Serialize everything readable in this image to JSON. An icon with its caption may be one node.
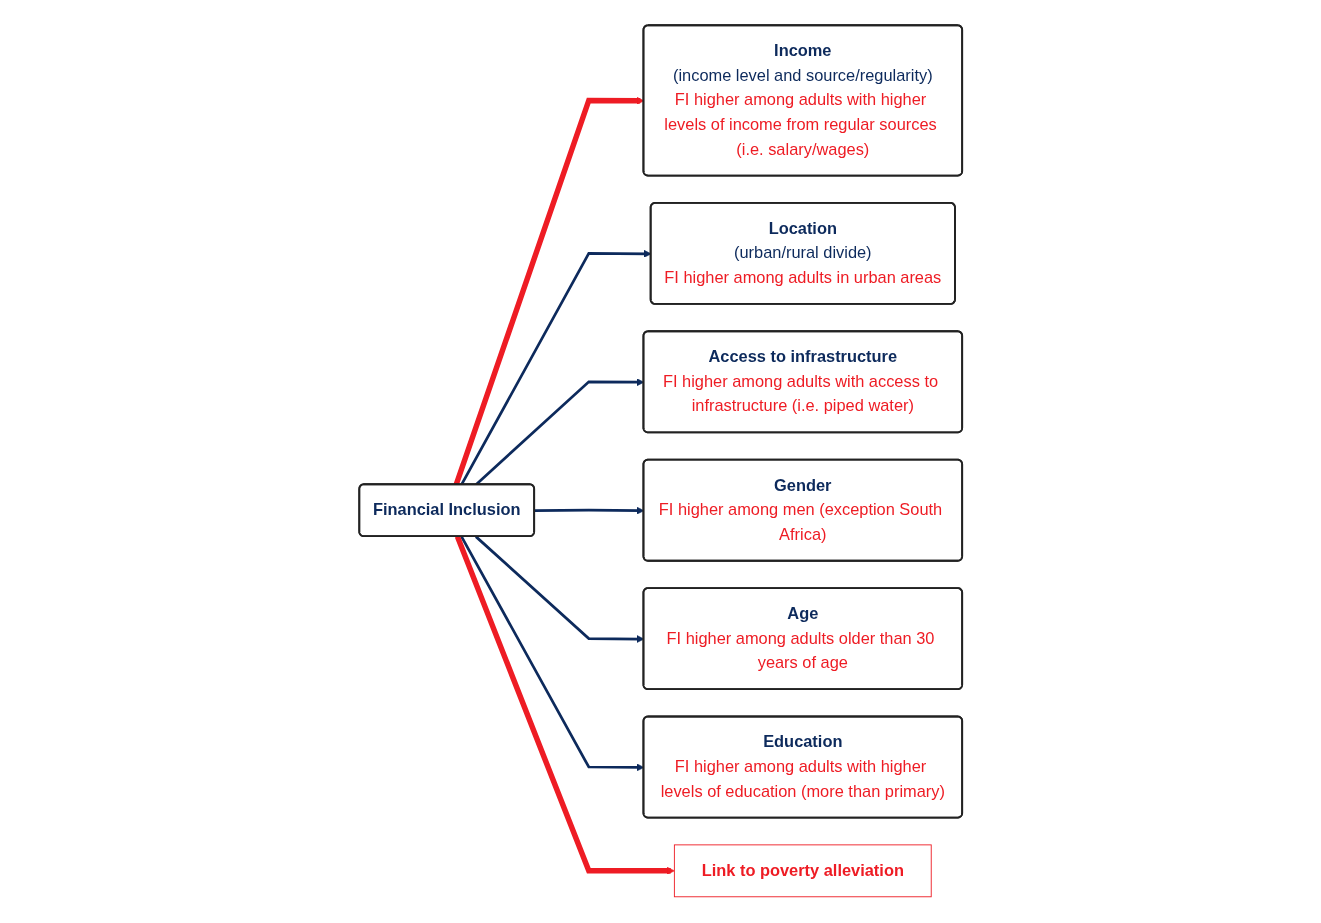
{
  "diagram": {
    "nodes": [
      {
        "text": [
          "Income",
          "(income level and source/regularity)",
          "FI higher among adults with higher levels of income from regular sources (i.e. salary/wages)"
        ]
      },
      {
        "text": [
          "Gender",
          "FI higher among men (exception South Africa)"
        ]
      },
      {
        "text": [
          "Location",
          "(urban/rural divide)",
          "FI higher among adults in urban areas"
        ]
      },
      {
        "text": [
          "Financial Inclusion"
        ]
      },
      {
        "text": [
          "Age",
          "FI higher among adults older than 30 years of age"
        ]
      },
      {
        "text": [
          "Access to infrastructure",
          "FI higher among adults with access to infrastructure (i.e. piped water)"
        ]
      },
      {
        "text": [
          "Link to poverty alleviation"
        ]
      },
      {
        "text": [
          "Education",
          "FI higher among adults with higher levels of education (more than primary)"
        ]
      }
    ],
    "edges": [
      {
        "from": 3,
        "to": 0,
        "arrow": "to",
        "style": "thick",
        "color": "#ee1c24"
      },
      {
        "from": 3,
        "to": 2,
        "arrow": "to"
      },
      {
        "from": 3,
        "to": 5,
        "arrow": "to"
      },
      {
        "from": 3,
        "to": 1,
        "arrow": "to"
      },
      {
        "from": 3,
        "to": 4,
        "arrow": "to"
      },
      {
        "from": 3,
        "to": 7,
        "arrow": "to"
      },
      {
        "from": 3,
        "to": 6,
        "arrow": "to",
        "style": "thick",
        "color": "#ee1c24"
      }
    ]
  }
}
